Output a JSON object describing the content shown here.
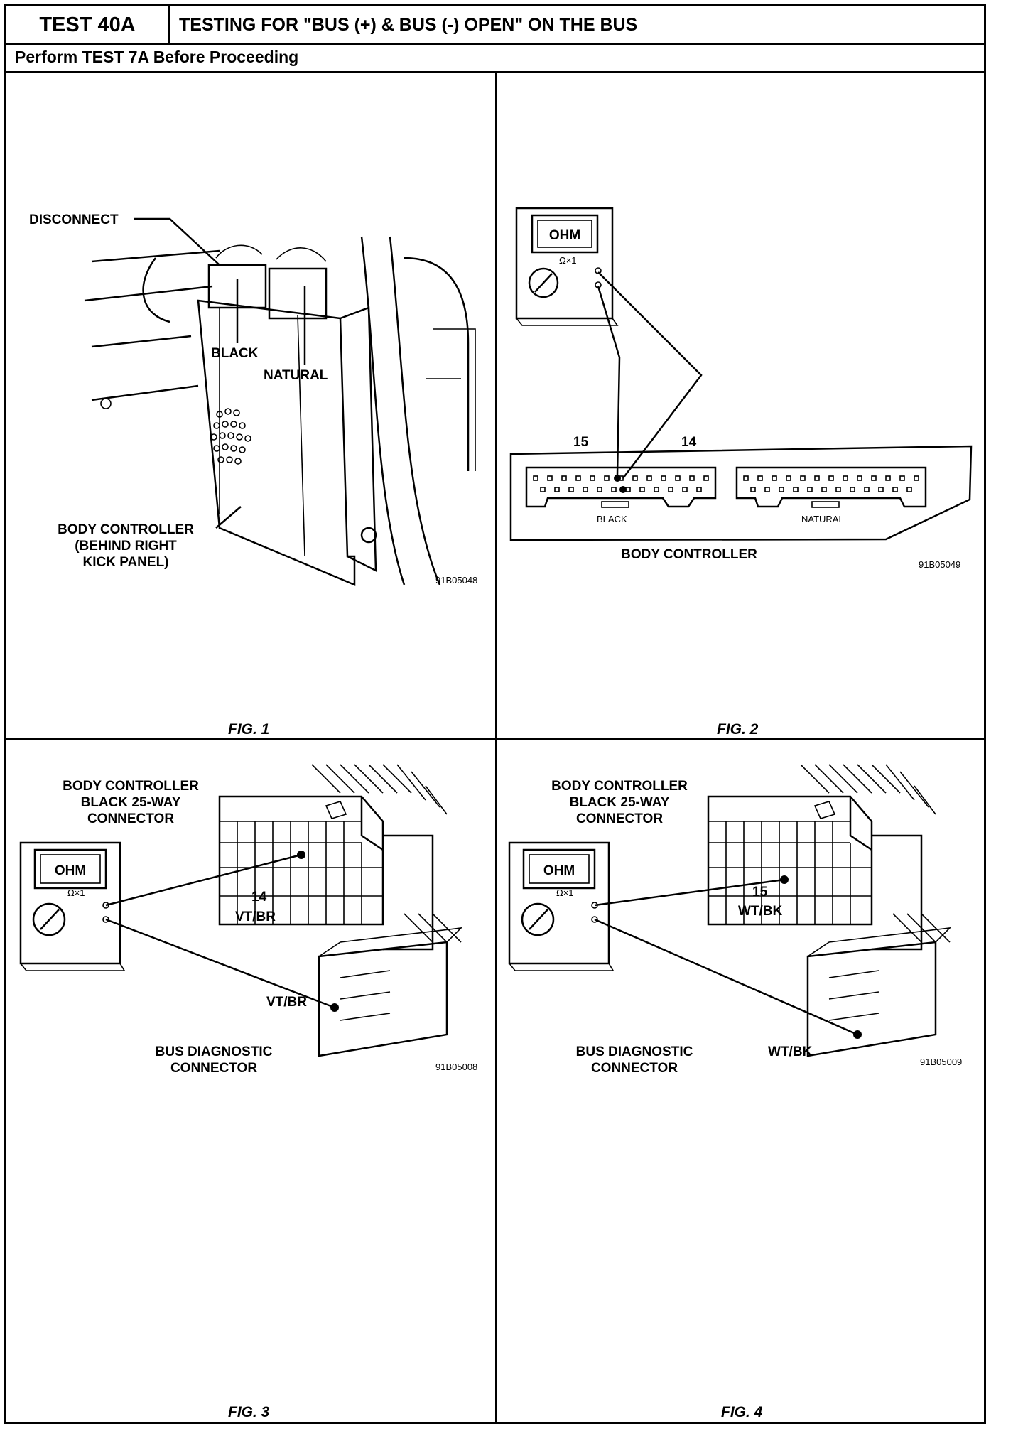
{
  "header": {
    "test_id": "TEST 40A",
    "title": "TESTING FOR \"BUS (+) & BUS (-) OPEN\" ON THE BUS",
    "prerequisite": "Perform TEST 7A Before Proceeding"
  },
  "fig1": {
    "caption": "FIG. 1",
    "labels": {
      "disconnect": "DISCONNECT",
      "black": "BLACK",
      "natural": "NATURAL",
      "body_controller_1": "BODY CONTROLLER",
      "body_controller_2": "(BEHIND RIGHT",
      "body_controller_3": "KICK PANEL)"
    },
    "image_code": "91B05048"
  },
  "fig2": {
    "caption": "FIG. 2",
    "meter_display": "OHM",
    "meter_range": "Ω×1",
    "pin_a": "15",
    "pin_b": "14",
    "connector_black": "BLACK",
    "connector_natural": "NATURAL",
    "body_controller": "BODY CONTROLLER",
    "image_code": "91B05049"
  },
  "fig3": {
    "caption": "FIG. 3",
    "meter_display": "OHM",
    "meter_range": "Ω×1",
    "connector_title_1": "BODY CONTROLLER",
    "connector_title_2": "BLACK 25-WAY",
    "connector_title_3": "CONNECTOR",
    "pin": "14",
    "wire": "VT/BR",
    "wire_diag": "VT/BR",
    "diag_1": "BUS DIAGNOSTIC",
    "diag_2": "CONNECTOR",
    "image_code": "91B05008"
  },
  "fig4": {
    "caption": "FIG. 4",
    "meter_display": "OHM",
    "meter_range": "Ω×1",
    "connector_title_1": "BODY CONTROLLER",
    "connector_title_2": "BLACK 25-WAY",
    "connector_title_3": "CONNECTOR",
    "pin": "15",
    "wire": "WT/BK",
    "wire_diag": "WT/BK",
    "diag_1": "BUS DIAGNOSTIC",
    "diag_2": "CONNECTOR",
    "image_code": "91B05009"
  }
}
